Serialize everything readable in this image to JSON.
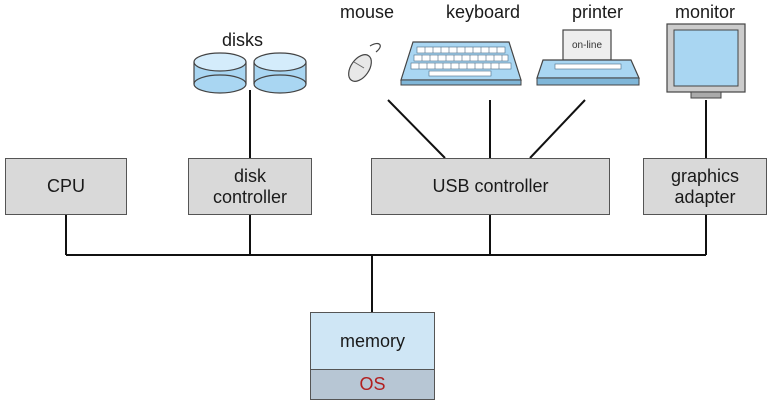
{
  "devices": {
    "mouse": "mouse",
    "keyboard": "keyboard",
    "printer": "printer",
    "monitor": "monitor",
    "disks": "disks",
    "printer_status": "on-line"
  },
  "components": {
    "cpu": "CPU",
    "disk_controller_line1": "disk",
    "disk_controller_line2": "controller",
    "usb_controller": "USB controller",
    "graphics_adapter_line1": "graphics",
    "graphics_adapter_line2": "adapter",
    "memory": "memory",
    "os": "OS"
  },
  "colors": {
    "component_fill": "#d9d9d9",
    "memory_fill": "#cfe6f5",
    "os_fill": "#b7c6d4",
    "os_text": "#b21f1f",
    "disk_fill": "#a9d6f2"
  }
}
